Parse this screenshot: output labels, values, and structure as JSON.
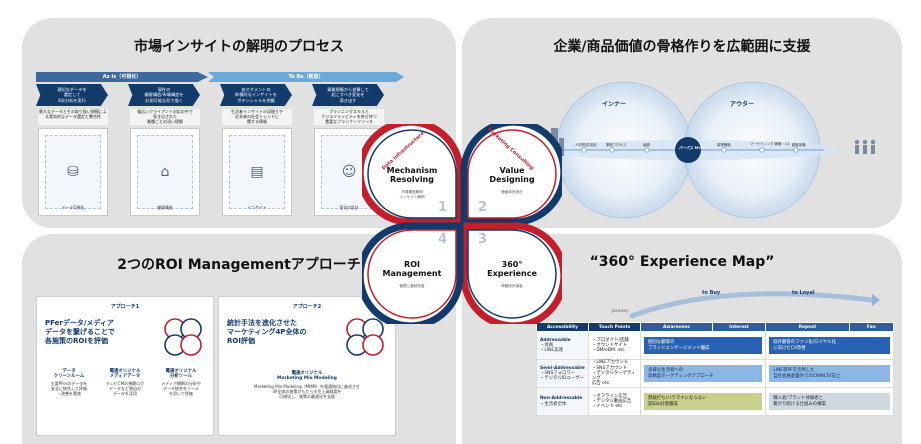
{
  "quadrants": {
    "top_left": {
      "title": "市場インサイトの解明のプロセス",
      "asis_label": "As Is（可視化）",
      "tobe_label": "To Be（創造）",
      "steps": [
        {
          "title": "適切なデータを\n選定して\n8次分析を実行",
          "desc": "膨大なデータとその取り扱い規模による実効的なデータ選定と整合性",
          "card": "データ可視化"
        },
        {
          "title": "現在の\n顧客構造/市場構造を\n計測可能な形で描く",
          "desc": "幅広いクライアント対応の中で\n導き出された\n業種ごとの深い理解",
          "card": "顧客構造"
        },
        {
          "title": "各セグメントの\n粋模的なインサイトを\nポテンシャルを把握",
          "desc": "生活者インサイトの深掘りや\n近未来の社会トレンドに\n関する情報",
          "card": "インサイト"
        },
        {
          "title": "事業規模から逆算して\n起こすべき変化を\n導き出す",
          "desc": "プランニングスキルと\nクリエイティビティを併せ持つ\n豊富なプランナーリソース",
          "card": "変化の設計"
        }
      ],
      "step_glyphs": [
        "db-icon",
        "store-icon",
        "chart-icon",
        "people-icon"
      ]
    },
    "top_right": {
      "title": "企業/商品価値の骨格作りを広範囲に支援",
      "inner_label": "インナー",
      "outer_label": "アウター",
      "inner_nodes": [
        "人材育成/採用",
        "業務プロセス",
        "組織"
      ],
      "center_node": "パーパス\nMVV",
      "outer_nodes": [
        "事業戦略",
        "マーケティング\n戦略・CX",
        "顧客体験"
      ]
    },
    "bottom_left": {
      "title": "2つのROI Managementアプローチ",
      "approach1": {
        "label": "アプローチ1",
        "headline": "PFerデータ/メディア\nデータを繋げることで\n各施策のROIを評価",
        "cols": [
          {
            "title": "データ\nクリーンルーム",
            "body": "主要PFerのデータを\n安全に統合して評価\n・改善を実施"
          },
          {
            "title": "電通オリジナル\nメディアデータ",
            "body": "テレビCMの視聴ログ\nデータなど独自の\nデータを活用"
          },
          {
            "title": "電通オリジナル\n分析ツール",
            "body": "メディア横断の分析や\nデータ統合をツール\nを用いて評価"
          }
        ]
      },
      "approach2": {
        "label": "アプローチ2",
        "headline": "統計手法を進化させた\nマーケティング4P全体の\nROI評価",
        "sub_title": "電通オリジナル\nMarketing Mix Modeling",
        "body": "Marketing Mix Modeling（MMM）を電通独自に進化させ\n4P全体の施策がもたらす売上貢献度を\n可視化し、施策の最適化を支援"
      }
    },
    "bottom_right": {
      "title": "“360° Experience Map”",
      "journey": "Journey",
      "to_buy": "to Buy",
      "to_loyal": "to Loyal",
      "headers": [
        "Accessibility",
        "Touch Points",
        "Awareness",
        "Interest",
        "Repeat",
        "Fan"
      ],
      "rows": [
        {
          "acc": "Addressable",
          "acc_sub": "・会員\n・LINE友達",
          "tp": "・プロダクト/店舗\n・オウンドサイト\n・DM/eDM. etc.",
          "left": "個別な顧客の\nブランドエンゲージメント醸成",
          "right": "既存顧客のファン化/ロイヤル化\nに向けたCX改善"
        },
        {
          "acc": "Semi-Addressable",
          "acc_sub": "・SNSフォロワー\n・デジタルIDユーザー",
          "tp": "・LINEアカウント\n・SNSアカウント\n・デジタルターゲティング\n広告 etc.",
          "left": "多様な生活者への\n高精度ターゲティングアプローチ",
          "right": "LINE等PFを活用した\n自社会員基盤外でのCRM/LTV向上"
        },
        {
          "acc": "Non-Addressable",
          "acc_sub": "・生活者全体",
          "tp": "・オフライン広告\n・デジタル動画広告\n・イベント etc.",
          "left": "無駄打ち/バラマキにならない\n認知&好意醸成",
          "right": "購入者/ブランド体験者と\n繋がり続ける仕組みの構築"
        }
      ]
    }
  },
  "center": {
    "q1": {
      "title": "Mechanism\nResolving",
      "sub": "市場構造解明\nインサイト解明",
      "num": "1"
    },
    "q2": {
      "title": "Value\nDesigning",
      "sub": "価値体系設計",
      "num": "2"
    },
    "q3": {
      "title": "360°\nExperience",
      "sub": "体験設計実装",
      "num": "3"
    },
    "q4": {
      "title": "ROI\nManagement",
      "sub": "管理と継続改善",
      "num": "4"
    },
    "arc_left": "Data Infrastructure",
    "arc_right": "Marketing Consulting"
  },
  "colors": {
    "navy": "#123a6b",
    "red": "#c41e2b",
    "quad_bg": "#e1e1e1"
  }
}
